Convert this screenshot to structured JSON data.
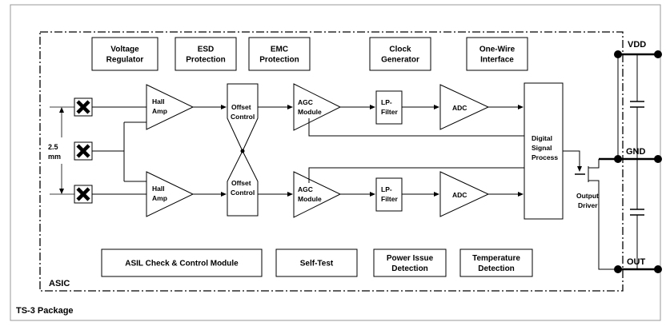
{
  "package": {
    "label": "TS-3 Package"
  },
  "asic": {
    "label": "ASIC"
  },
  "top_blocks": [
    {
      "id": "voltage-regulator",
      "lines": [
        "Voltage",
        "Regulator"
      ]
    },
    {
      "id": "esd-protection",
      "lines": [
        "ESD",
        "Protection"
      ]
    },
    {
      "id": "emc-protection",
      "lines": [
        "EMC",
        "Protection"
      ]
    },
    {
      "id": "clock-generator",
      "lines": [
        "Clock",
        "Generator"
      ]
    },
    {
      "id": "one-wire-interface",
      "lines": [
        "One-Wire",
        "Interface"
      ]
    }
  ],
  "bottom_blocks": [
    {
      "id": "asil-check-control-module",
      "lines": [
        "ASIL Check & Control Module"
      ]
    },
    {
      "id": "self-test",
      "lines": [
        "Self-Test"
      ]
    },
    {
      "id": "power-issue-detection",
      "lines": [
        "Power Issue",
        "Detection"
      ]
    },
    {
      "id": "temperature-detection",
      "lines": [
        "Temperature",
        "Detection"
      ]
    }
  ],
  "signal_chain": {
    "hall_amp": [
      "Hall",
      "Amp"
    ],
    "offset_control": [
      "Offset",
      "Control"
    ],
    "agc_module": [
      "AGC",
      "Module"
    ],
    "lp_filter": [
      "LP-",
      "Filter"
    ],
    "adc": "ADC"
  },
  "dsp": {
    "lines": [
      "Digital",
      "Signal",
      "Process"
    ]
  },
  "output_driver": {
    "lines": [
      "Output",
      "Driver"
    ]
  },
  "spacing": {
    "lines": [
      "2.5",
      "mm"
    ]
  },
  "pins": {
    "vdd": "VDD",
    "gnd": "GND",
    "out": "OUT"
  }
}
